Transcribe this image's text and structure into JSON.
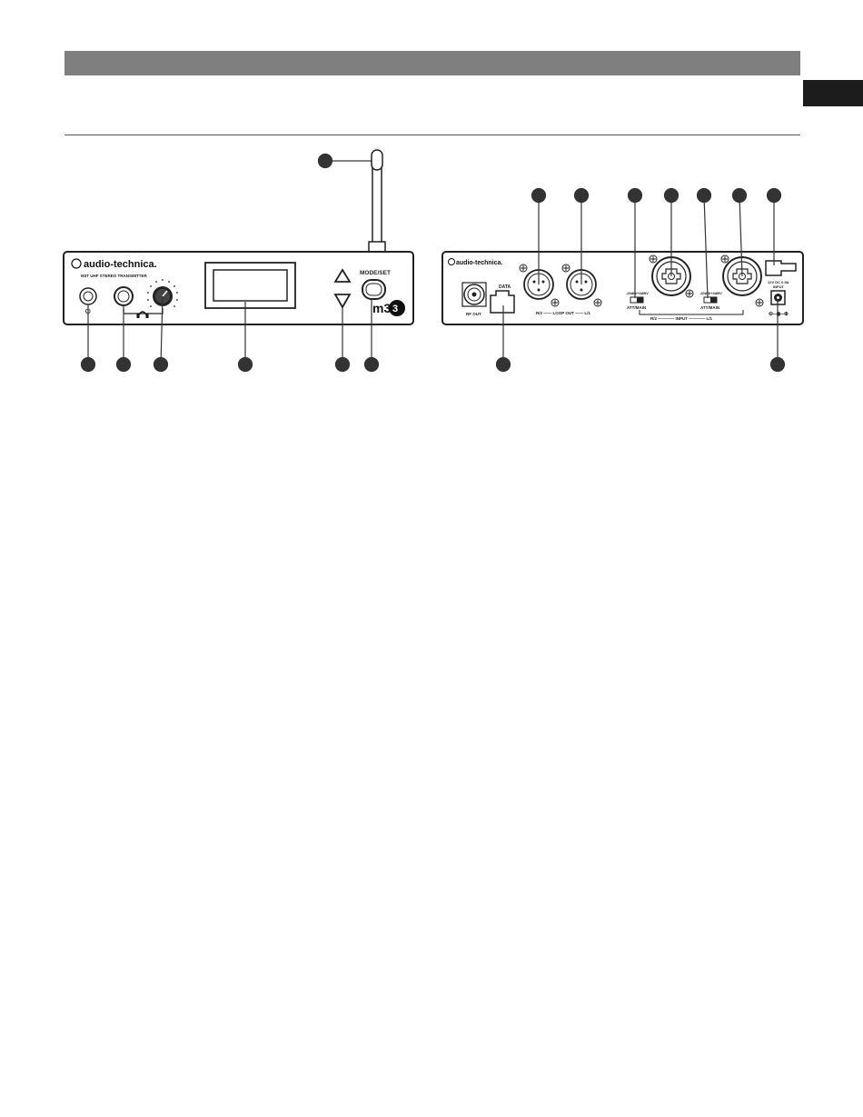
{
  "front_panel": {
    "brand": "audio-technica.",
    "model": "M3T UHF STEREO TRANSMITTER",
    "power_symbol": "⏻",
    "mode_set_label": "MODE/SET",
    "product_badge": "m3"
  },
  "rear_panel": {
    "brand": "audio-technica.",
    "rf_out_label": "RF OUT",
    "data_label": "DATA",
    "loop_out_label": "R/2 —— LOOP OUT —— L/1",
    "input_label": "R/2 ———— INPUT ———— L/1",
    "att_right_level": "-20dB/+4dBV",
    "att_right_label": "ATT/MAIN",
    "att_left_level": "-20dB/+4dBV",
    "att_left_label": "ATT/MAIN",
    "dc_label": "12V DC 0.5A",
    "dc_sub_label": "INPUT",
    "polarity": "⊖–◉–⊕"
  },
  "colors": {
    "title_bar": "#7f7f7f",
    "side_tab": "#1c1c1c",
    "callout": "#333333"
  }
}
